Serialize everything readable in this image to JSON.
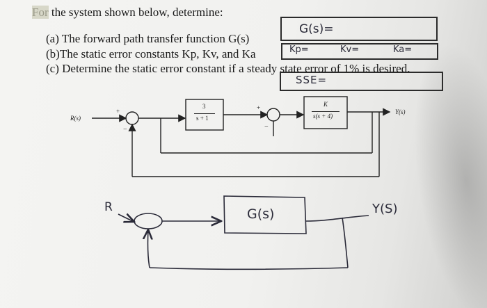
{
  "problem": {
    "intro": "For the system shown below, determine:",
    "intro_hidden": "For",
    "intro_rest": "the system shown below, determine:",
    "items": [
      "(a) The forward path transfer function G(s)",
      "(b)The static error constants Kp, Kv, and Ka",
      "(c) Determine the static error constant if a steady state error of 1% is desired."
    ]
  },
  "answers": {
    "gs": "G(s)=",
    "kp": "Kp=",
    "kv": "Kv=",
    "ka": "Ka=",
    "sse": "SSE="
  },
  "diagram1": {
    "input_label": "R(s)",
    "output_label": "Y(s)",
    "block1_num": "3",
    "block1_den": "s + 1",
    "block2_num": "K",
    "block2_den": "s(s + 4)",
    "plus": "+",
    "minus": "−"
  },
  "diagram2": {
    "input_label": "R",
    "block_label": "G(s)",
    "output_label": "Y(S)"
  }
}
